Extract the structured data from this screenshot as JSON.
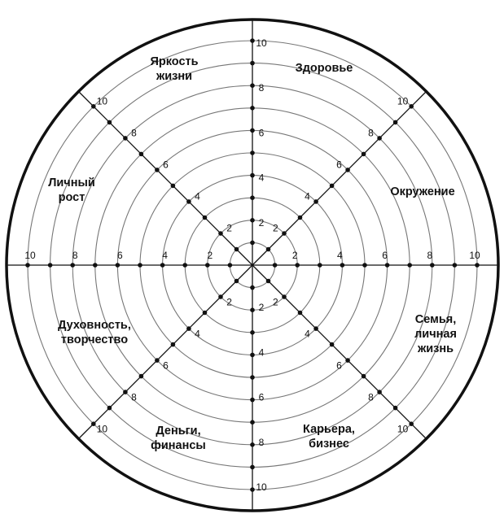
{
  "wheel": {
    "max_value": 10,
    "levels": [
      1,
      2,
      3,
      4,
      5,
      6,
      7,
      8,
      9,
      10
    ],
    "tick_labels": [
      "2",
      "4",
      "6",
      "8",
      "10"
    ],
    "sectors": [
      {
        "lines": [
          "Здоровье"
        ]
      },
      {
        "lines": [
          "Окружение"
        ]
      },
      {
        "lines": [
          "Семья,",
          "личная",
          "жизнь"
        ]
      },
      {
        "lines": [
          "Карьера,",
          "бизнес"
        ]
      },
      {
        "lines": [
          "Деньги,",
          "финансы"
        ]
      },
      {
        "lines": [
          "Духовность,",
          "творчество"
        ]
      },
      {
        "lines": [
          "Личный",
          "рост"
        ]
      },
      {
        "lines": [
          "Яркость",
          "жизни"
        ]
      }
    ]
  }
}
